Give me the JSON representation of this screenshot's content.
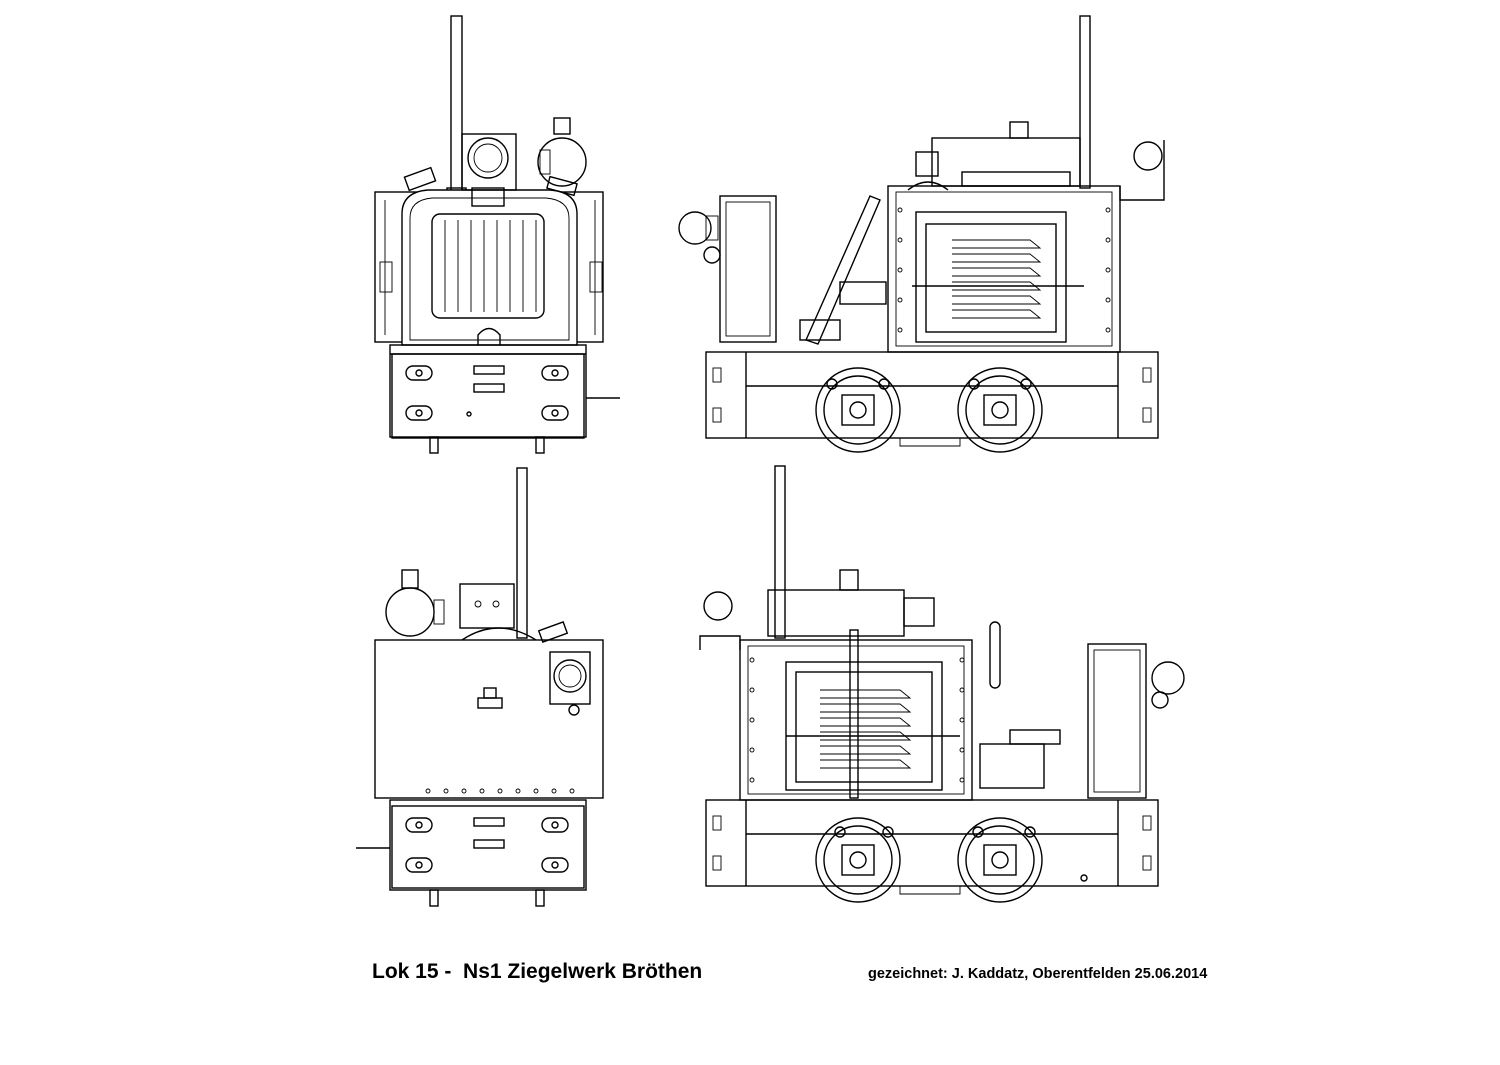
{
  "drawing": {
    "title": "Lok 15 -  Ns1 Ziegelwerk Bröthen",
    "credit": "gezeichnet: J. Kaddatz, Oberentfelden 25.06.2014"
  },
  "views": [
    {
      "id": "front"
    },
    {
      "id": "side-left"
    },
    {
      "id": "rear"
    },
    {
      "id": "side-right"
    }
  ]
}
